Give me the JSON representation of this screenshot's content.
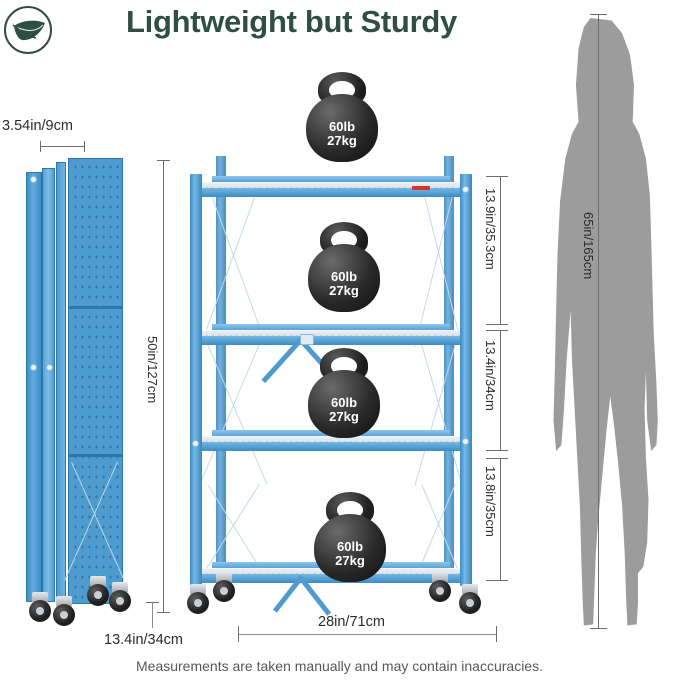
{
  "brand": {
    "logo_icon": "feather-leaf-icon",
    "color": "#2f4f43"
  },
  "header": {
    "title": "Lightweight but Sturdy"
  },
  "colors": {
    "title_green": "#2f4f43",
    "frame_blue": "#4e9ccf",
    "frame_blue_dark": "#2f78ab",
    "shelf_deck": "#d9e1e7",
    "silhouette_gray": "#9c9c9c",
    "kettlebell_black": "#1d1d1d",
    "dimension_line": "#6e6e6e",
    "red_tag": "#d9342b"
  },
  "folded_unit": {
    "name": "folded-shelf-unit",
    "width_label": "3.54in/9cm",
    "depth_label": "13.4in/34cm",
    "caster_count": 4
  },
  "main_unit": {
    "name": "assembled-shelf-unit",
    "height_label": "50in/127cm",
    "width_label": "28in/71cm",
    "shelf_count": 4,
    "tier_gaps": [
      {
        "id": "tier-gap-1",
        "label": "13.9in/35.3cm"
      },
      {
        "id": "tier-gap-2",
        "label": "13.4in/34cm"
      },
      {
        "id": "tier-gap-3",
        "label": "13.8in/35cm"
      }
    ]
  },
  "kettlebells": [
    {
      "id": "kettlebell-top",
      "lb": "60lb",
      "kg": "27kg"
    },
    {
      "id": "kettlebell-second",
      "lb": "60lb",
      "kg": "27kg"
    },
    {
      "id": "kettlebell-third",
      "lb": "60lb",
      "kg": "27kg"
    },
    {
      "id": "kettlebell-bottom",
      "lb": "60lb",
      "kg": "27kg"
    }
  ],
  "human_reference": {
    "name": "human-silhouette",
    "height_label": "65in/165cm"
  },
  "footer": {
    "disclaimer": "Measurements are taken manually and may contain inaccuracies."
  }
}
